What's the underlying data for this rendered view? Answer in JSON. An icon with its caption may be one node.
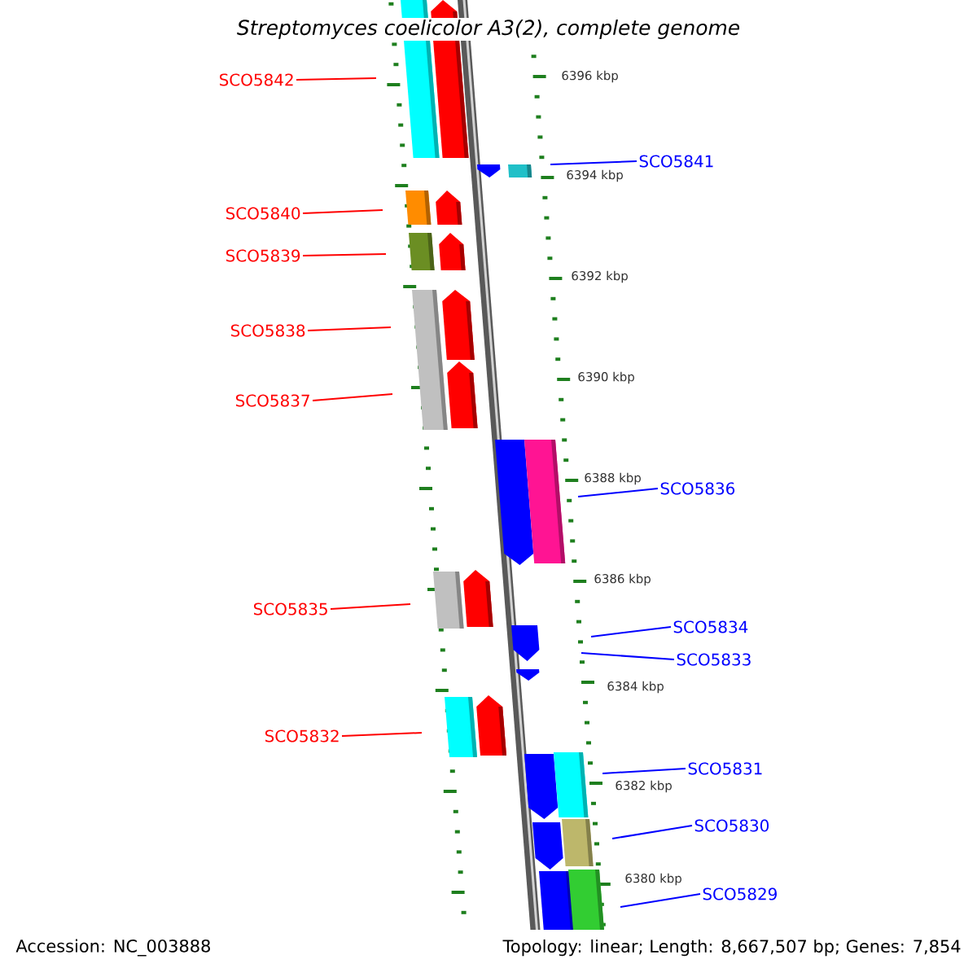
{
  "diagram": {
    "title": "Streptomyces coelicolor A3(2), complete genome",
    "nodes": [
      {
        "text": [
          "SCO5842"
        ]
      },
      {
        "text": [
          "SCO5841"
        ]
      },
      {
        "text": [
          "SCO5840"
        ]
      },
      {
        "text": [
          "SCO5839"
        ]
      },
      {
        "text": [
          "SCO5838"
        ]
      },
      {
        "text": [
          "SCO5837"
        ]
      },
      {
        "text": [
          "SCO5836"
        ]
      },
      {
        "text": [
          "SCO5835"
        ]
      },
      {
        "text": [
          "SCO5834"
        ]
      },
      {
        "text": [
          "SCO5833"
        ]
      },
      {
        "text": [
          "SCO5832"
        ]
      },
      {
        "text": [
          "SCO5831"
        ]
      },
      {
        "text": [
          "SCO5830"
        ]
      },
      {
        "text": [
          "SCO5829"
        ]
      }
    ],
    "edges": [
      {
        "from": 0,
        "to": null,
        "arrow": "none",
        "color": "#ff0000"
      },
      {
        "from": 1,
        "to": null,
        "arrow": "none",
        "color": "#0000ff"
      },
      {
        "from": 2,
        "to": null,
        "arrow": "none",
        "color": "#ff0000"
      },
      {
        "from": 3,
        "to": null,
        "arrow": "none",
        "color": "#ff0000"
      },
      {
        "from": 4,
        "to": null,
        "arrow": "none",
        "color": "#ff0000"
      },
      {
        "from": 5,
        "to": null,
        "arrow": "none",
        "color": "#ff0000"
      },
      {
        "from": 6,
        "to": null,
        "arrow": "none",
        "color": "#0000ff"
      },
      {
        "from": 7,
        "to": null,
        "arrow": "none",
        "color": "#ff0000"
      },
      {
        "from": 8,
        "to": null,
        "arrow": "none",
        "color": "#0000ff"
      },
      {
        "from": 9,
        "to": null,
        "arrow": "none",
        "color": "#0000ff"
      },
      {
        "from": 10,
        "to": null,
        "arrow": "none",
        "color": "#ff0000"
      },
      {
        "from": 11,
        "to": null,
        "arrow": "none",
        "color": "#0000ff"
      },
      {
        "from": 12,
        "to": null,
        "arrow": "none",
        "color": "#0000ff"
      },
      {
        "from": 13,
        "to": null,
        "arrow": "none",
        "color": "#0000ff"
      }
    ],
    "labels": [
      "6396 kbp",
      "6394 kbp",
      "6392 kbp",
      "6390 kbp",
      "6388 kbp",
      "6386 kbp",
      "6384 kbp",
      "6382 kbp",
      "6380 kbp",
      "Accession: NC_003888",
      "Topology: linear; Length: 8,667,507 bp; Genes: 7,854"
    ]
  }
}
